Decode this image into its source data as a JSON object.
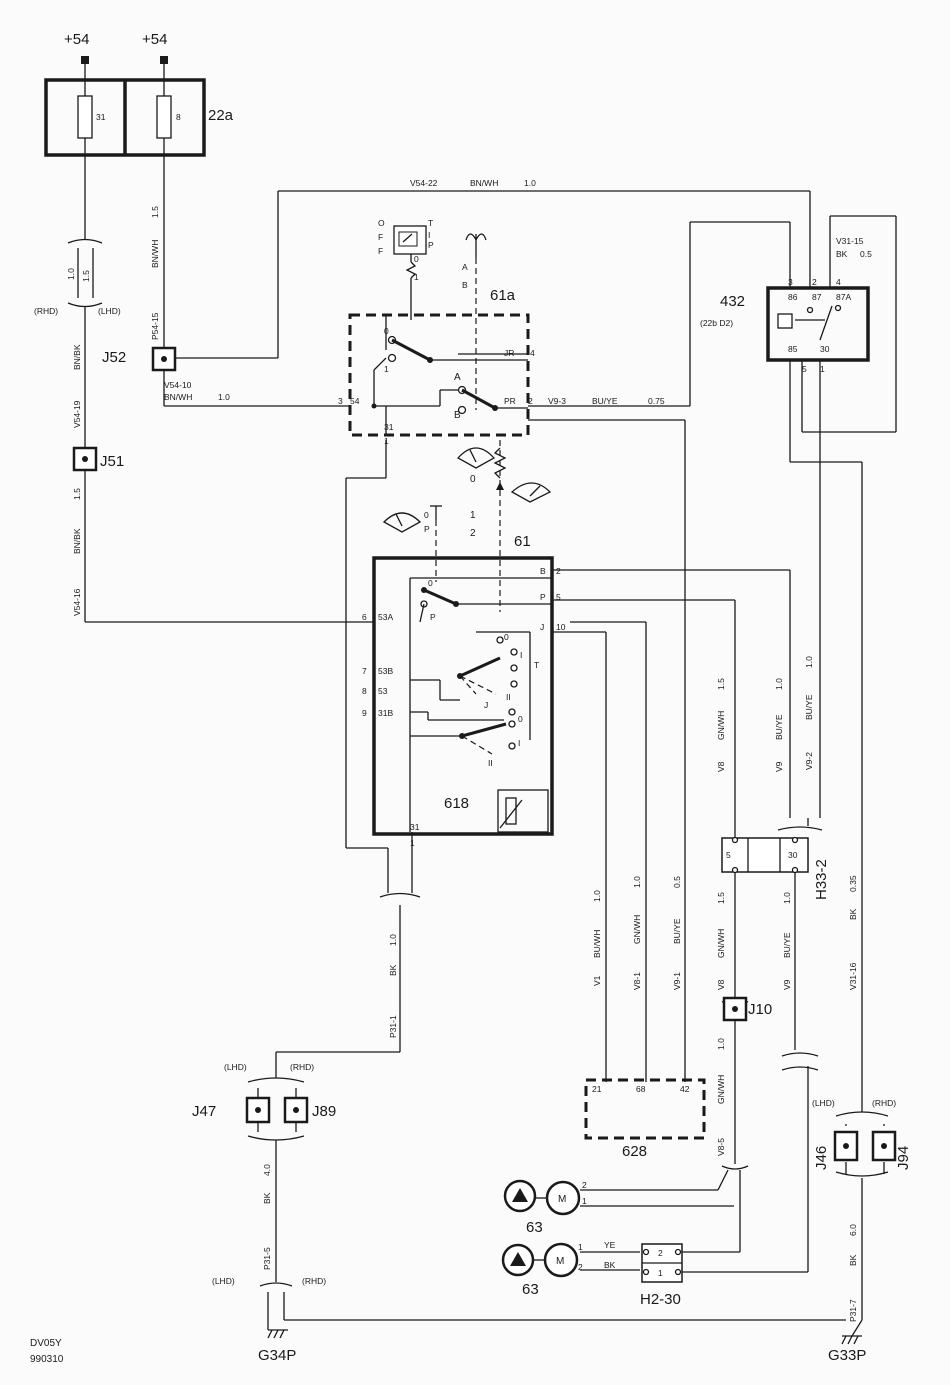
{
  "supply": {
    "left": "+54",
    "right": "+54"
  },
  "fuse_box": {
    "id": "22a",
    "fuse1": "31",
    "fuse2": "8"
  },
  "relay": {
    "id": "432",
    "ref": "(22b D2)",
    "p3": "3",
    "p2": "2",
    "p4": "4",
    "p86": "86",
    "p87": "87",
    "p87a": "87A",
    "p85": "85",
    "p30": "30",
    "p5": "5",
    "p1": "1",
    "feed_id": "V31-15",
    "feed_color": "BK",
    "feed_size": "0.5"
  },
  "top_wire": {
    "id": "V54-22",
    "color": "BN/WH",
    "size": "1.0"
  },
  "switch_61a": {
    "id": "61a",
    "o": "O",
    "f1": "F",
    "f2": "F",
    "t": "T",
    "i": "I",
    "p": "P",
    "zero": "0",
    "one": "1",
    "a": "A",
    "b": "B"
  },
  "switch_box": {
    "p0": "0",
    "p1": "1",
    "jr": "JR",
    "n4": "4",
    "a": "A",
    "b": "B",
    "pr": "PR",
    "n2": "2",
    "n3": "3",
    "n54": "54",
    "n31": "31",
    "n1": "1"
  },
  "wire_v9_3": {
    "id": "V9-3",
    "color": "BU/YE",
    "size": "0.75"
  },
  "wire_v54_10": {
    "id": "V54-10",
    "color": "BN/WH",
    "size": "1.0"
  },
  "fuse_wire": {
    "size": "1.5",
    "color": "BN/WH",
    "id": "P54-15"
  },
  "left_bundle": {
    "s1": "1.0",
    "s2": "1.5",
    "rhd": "(RHD)",
    "lhd": "(LHD)"
  },
  "connectors": {
    "j52": "J52",
    "j51": "J51",
    "j47": "J47",
    "j89": "J89",
    "j10": "J10",
    "j46": "J46",
    "j94": "J94"
  },
  "wire_v54_19": {
    "id": "V54-19",
    "color": "BN/BK",
    "size": "1.5"
  },
  "wire_v54_16": {
    "id": "V54-16",
    "color": "BN/BK"
  },
  "motor_61": {
    "id": "61",
    "zero": "0",
    "one": "1",
    "two": "2"
  },
  "module_618": {
    "id": "618",
    "b": "B",
    "p": "P",
    "j": "J",
    "n2": "2",
    "n5": "5",
    "n10": "10",
    "n6": "6",
    "n53a": "53A",
    "n7": "7",
    "n53b": "53B",
    "n8": "8",
    "n53": "53",
    "n9": "9",
    "n31b": "31B",
    "n31": "31",
    "n1": "1",
    "zero": "0",
    "pp": "P",
    "c0": "0",
    "ci": "I",
    "ct": "T",
    "cii": "II",
    "cj": "J",
    "c2_0": "0",
    "c2_i": "I",
    "c2_ii": "II",
    "pk0": "0",
    "pkp": "P"
  },
  "right_wires": {
    "v8": "V8",
    "v8_color": "GN/WH",
    "v8_size": "1.5",
    "v9": "V9",
    "v9_color": "BU/YE",
    "v9_size": "1.0",
    "v9_2": "V9-2",
    "v9_2_color": "BU/YE",
    "v9_2_size": "1.0"
  },
  "h33": {
    "id": "H33-2",
    "p5": "5",
    "p30": "30"
  },
  "lower_wires": {
    "v1": "V1",
    "v1_color": "BU/WH",
    "v1_size": "1.0",
    "v8_1": "V8-1",
    "v8_1_color": "GN/WH",
    "v8_1_size": "1.0",
    "v9_1": "V9-1",
    "v9_1_color": "BU/YE",
    "v9_1_size": "0.5",
    "v8b": "V8",
    "v8b_color": "GN/WH",
    "v8b_size": "1.5",
    "v9b": "V9",
    "v9b_color": "BU/YE",
    "v9b_size": "1.0",
    "v31_16": "V31-16",
    "v31_16_color": "BK",
    "v31_16_size": "0.35",
    "v8_5": "V8-5",
    "v8_5_color": "GN/WH",
    "v8_5_size": "1.0"
  },
  "ground_wire": {
    "id": "P31-1",
    "color": "BK",
    "size": "1.0"
  },
  "module_628": {
    "id": "628",
    "p21": "21",
    "p68": "68",
    "p42": "42"
  },
  "pumps": {
    "id_a": "63",
    "id_b": "63",
    "m_a": "M",
    "m_b": "M",
    "a2": "2",
    "a1": "1",
    "b1": "1",
    "b2": "2",
    "ye": "YE",
    "bk": "BK"
  },
  "h2_30": {
    "id": "H2-30",
    "p2": "2",
    "p1": "1"
  },
  "j47_area": {
    "lhd": "(LHD)",
    "rhd": "(RHD)",
    "size": "4.0",
    "color": "BK",
    "id": "P31-5",
    "lhd2": "(LHD)",
    "rhd2": "(RHD)"
  },
  "j46_area": {
    "lhd": "(LHD)",
    "rhd": "(RHD)",
    "size": "6.0",
    "color": "BK",
    "id": "P31-7"
  },
  "grounds": {
    "left": "G34P",
    "right": "G33P"
  },
  "footer": {
    "code": "DV05Y",
    "date": "990310"
  }
}
